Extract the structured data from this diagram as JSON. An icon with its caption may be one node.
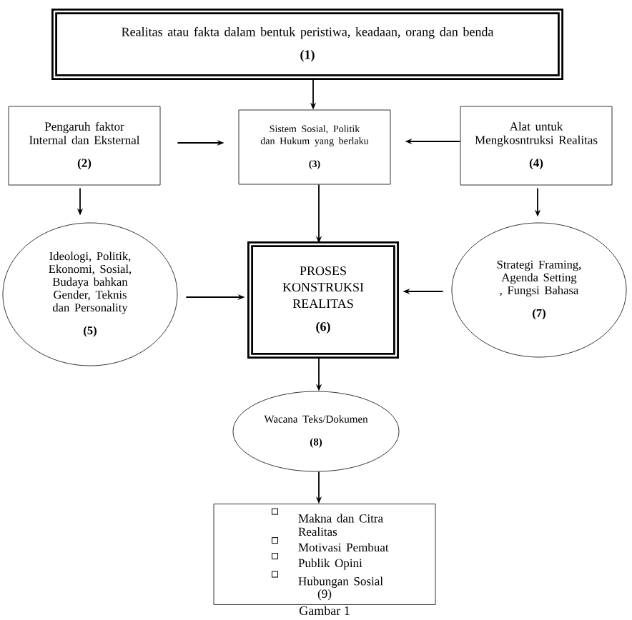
{
  "diagram": {
    "caption": "Gambar 1",
    "nodes": [
      {
        "text": [
          "Realitas atau fakta dalam bentuk peristiwa, keadaan, orang dan benda",
          "(1)"
        ]
      },
      {
        "text": [
          "Pengaruh faktor Internal dan Eksternal",
          "(2)"
        ]
      },
      {
        "text": [
          "Sistem Sosial, Politik dan Hukum yang berlaku",
          "(3)"
        ]
      },
      {
        "text": [
          "Alat untuk Mengkosntruksi Realitas",
          "(4)"
        ]
      },
      {
        "text": [
          "Ideologi, Politik, Ekonomi, Sosial, Budaya bahkan Gender, Teknis dan Personality",
          "(5)"
        ]
      },
      {
        "text": [
          "PROSES KONSTRUKSI REALITAS",
          "(6)"
        ]
      },
      {
        "text": [
          "Strategi Framing, Agenda Setting , Fungsi Bahasa",
          "(7)"
        ]
      },
      {
        "text": [
          "Wacana Teks/Dokumen",
          "(8)"
        ]
      },
      {
        "text": [
          "Makna dan Citra Realitas",
          "Motivasi Pembuat",
          "Publik Opini",
          "Hubungan Sosial",
          "(9)"
        ]
      }
    ],
    "edges": [
      {
        "from": 0,
        "to": 2,
        "arrow": "to"
      },
      {
        "from": 1,
        "to": 2,
        "arrow": "to"
      },
      {
        "from": 3,
        "to": 2,
        "arrow": "to"
      },
      {
        "from": 1,
        "to": 4,
        "arrow": "to"
      },
      {
        "from": 3,
        "to": 6,
        "arrow": "to"
      },
      {
        "from": 2,
        "to": 5,
        "arrow": "to"
      },
      {
        "from": 4,
        "to": 5,
        "arrow": "to"
      },
      {
        "from": 6,
        "to": 5,
        "arrow": "to"
      },
      {
        "from": 5,
        "to": 7,
        "arrow": "to"
      },
      {
        "from": 7,
        "to": 8,
        "arrow": "to"
      }
    ]
  }
}
